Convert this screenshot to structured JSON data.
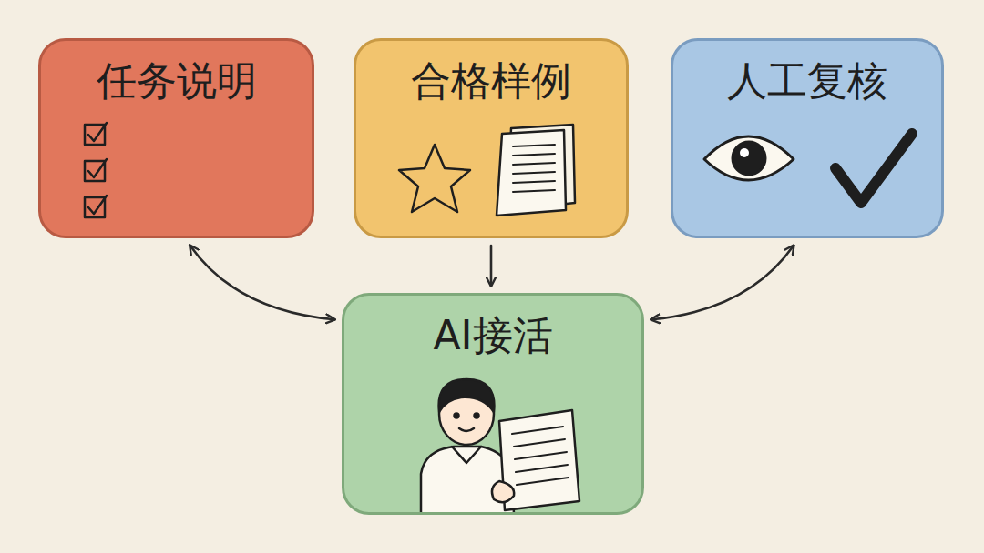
{
  "diagram": {
    "nodes": [
      {
        "text": [
          "任务说明"
        ]
      },
      {
        "text": [
          "合格样例"
        ]
      },
      {
        "text": [
          "人工复核"
        ]
      },
      {
        "text": [
          "AI接活"
        ]
      }
    ],
    "edges": [
      {
        "from": 0,
        "to": 3,
        "arrow": "both"
      },
      {
        "from": 1,
        "to": 3,
        "arrow": "to"
      },
      {
        "from": 2,
        "to": 3,
        "arrow": "both"
      }
    ]
  }
}
